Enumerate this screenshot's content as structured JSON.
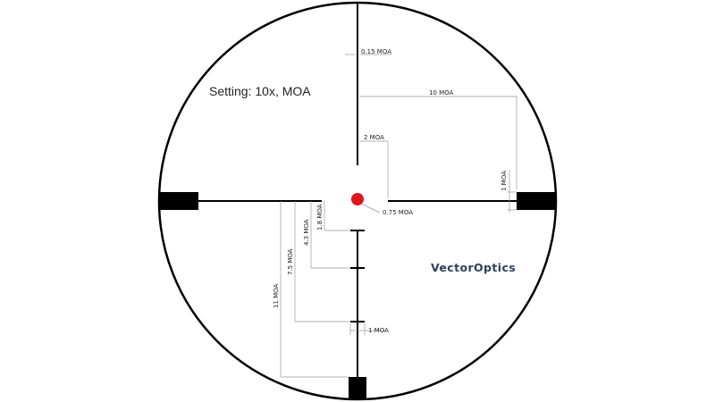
{
  "setting_text": "Setting: 10x, MOA",
  "brand": "VectorOptics",
  "colors": {
    "line": "#000000",
    "dot": "#e0141b",
    "brand": "#30405c",
    "dimension": "#999999"
  },
  "labels": {
    "thin_post": "0.15 MOA",
    "center_dot": "0.75 MOA",
    "gap": "2 MOA",
    "span": "10 MOA",
    "post_height": "1 MOA",
    "drop_1": "1.8 MOA",
    "drop_2": "4.3 MOA",
    "drop_3": "7.5 MOA",
    "drop_4": "11 MOA",
    "hash_width": "1 MOA"
  }
}
